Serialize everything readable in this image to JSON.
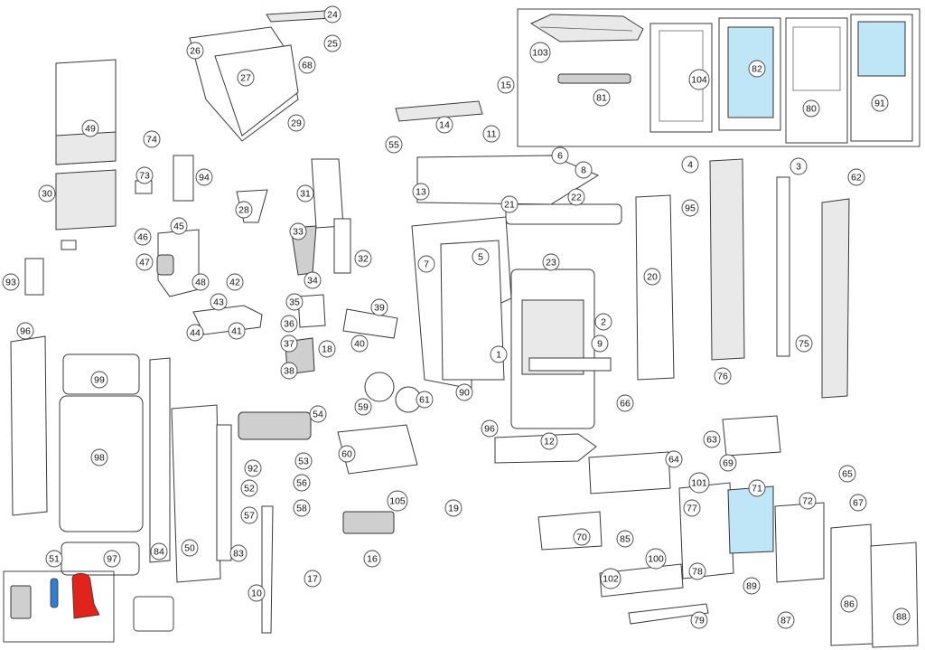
{
  "accent_colors": {
    "glass": "#bfe6f7",
    "glove": "#e0241b",
    "brush": "#2f7fd0"
  },
  "callouts": [
    "24",
    "25",
    "26",
    "27",
    "68",
    "29",
    "49",
    "74",
    "73",
    "94",
    "30",
    "31",
    "28",
    "45",
    "46",
    "47",
    "48",
    "33",
    "34",
    "32",
    "42",
    "43",
    "44",
    "41",
    "35",
    "36",
    "37",
    "18",
    "38",
    "39",
    "40",
    "93",
    "96",
    "99",
    "98",
    "51",
    "97",
    "84",
    "50",
    "83",
    "10",
    "54",
    "92",
    "53",
    "52",
    "56",
    "57",
    "58",
    "59",
    "61",
    "60",
    "105",
    "19",
    "16",
    "17",
    "15",
    "14",
    "55",
    "11",
    "13",
    "22",
    "21",
    "6",
    "8",
    "7",
    "5",
    "23",
    "2",
    "1",
    "9",
    "90",
    "96",
    "12",
    "20",
    "95",
    "4",
    "3",
    "62",
    "75",
    "76",
    "66",
    "64",
    "63",
    "69",
    "65",
    "101",
    "77",
    "71",
    "72",
    "67",
    "70",
    "85",
    "100",
    "102",
    "78",
    "79",
    "89",
    "87",
    "86",
    "88",
    "103",
    "104",
    "82",
    "81",
    "80",
    "91"
  ]
}
